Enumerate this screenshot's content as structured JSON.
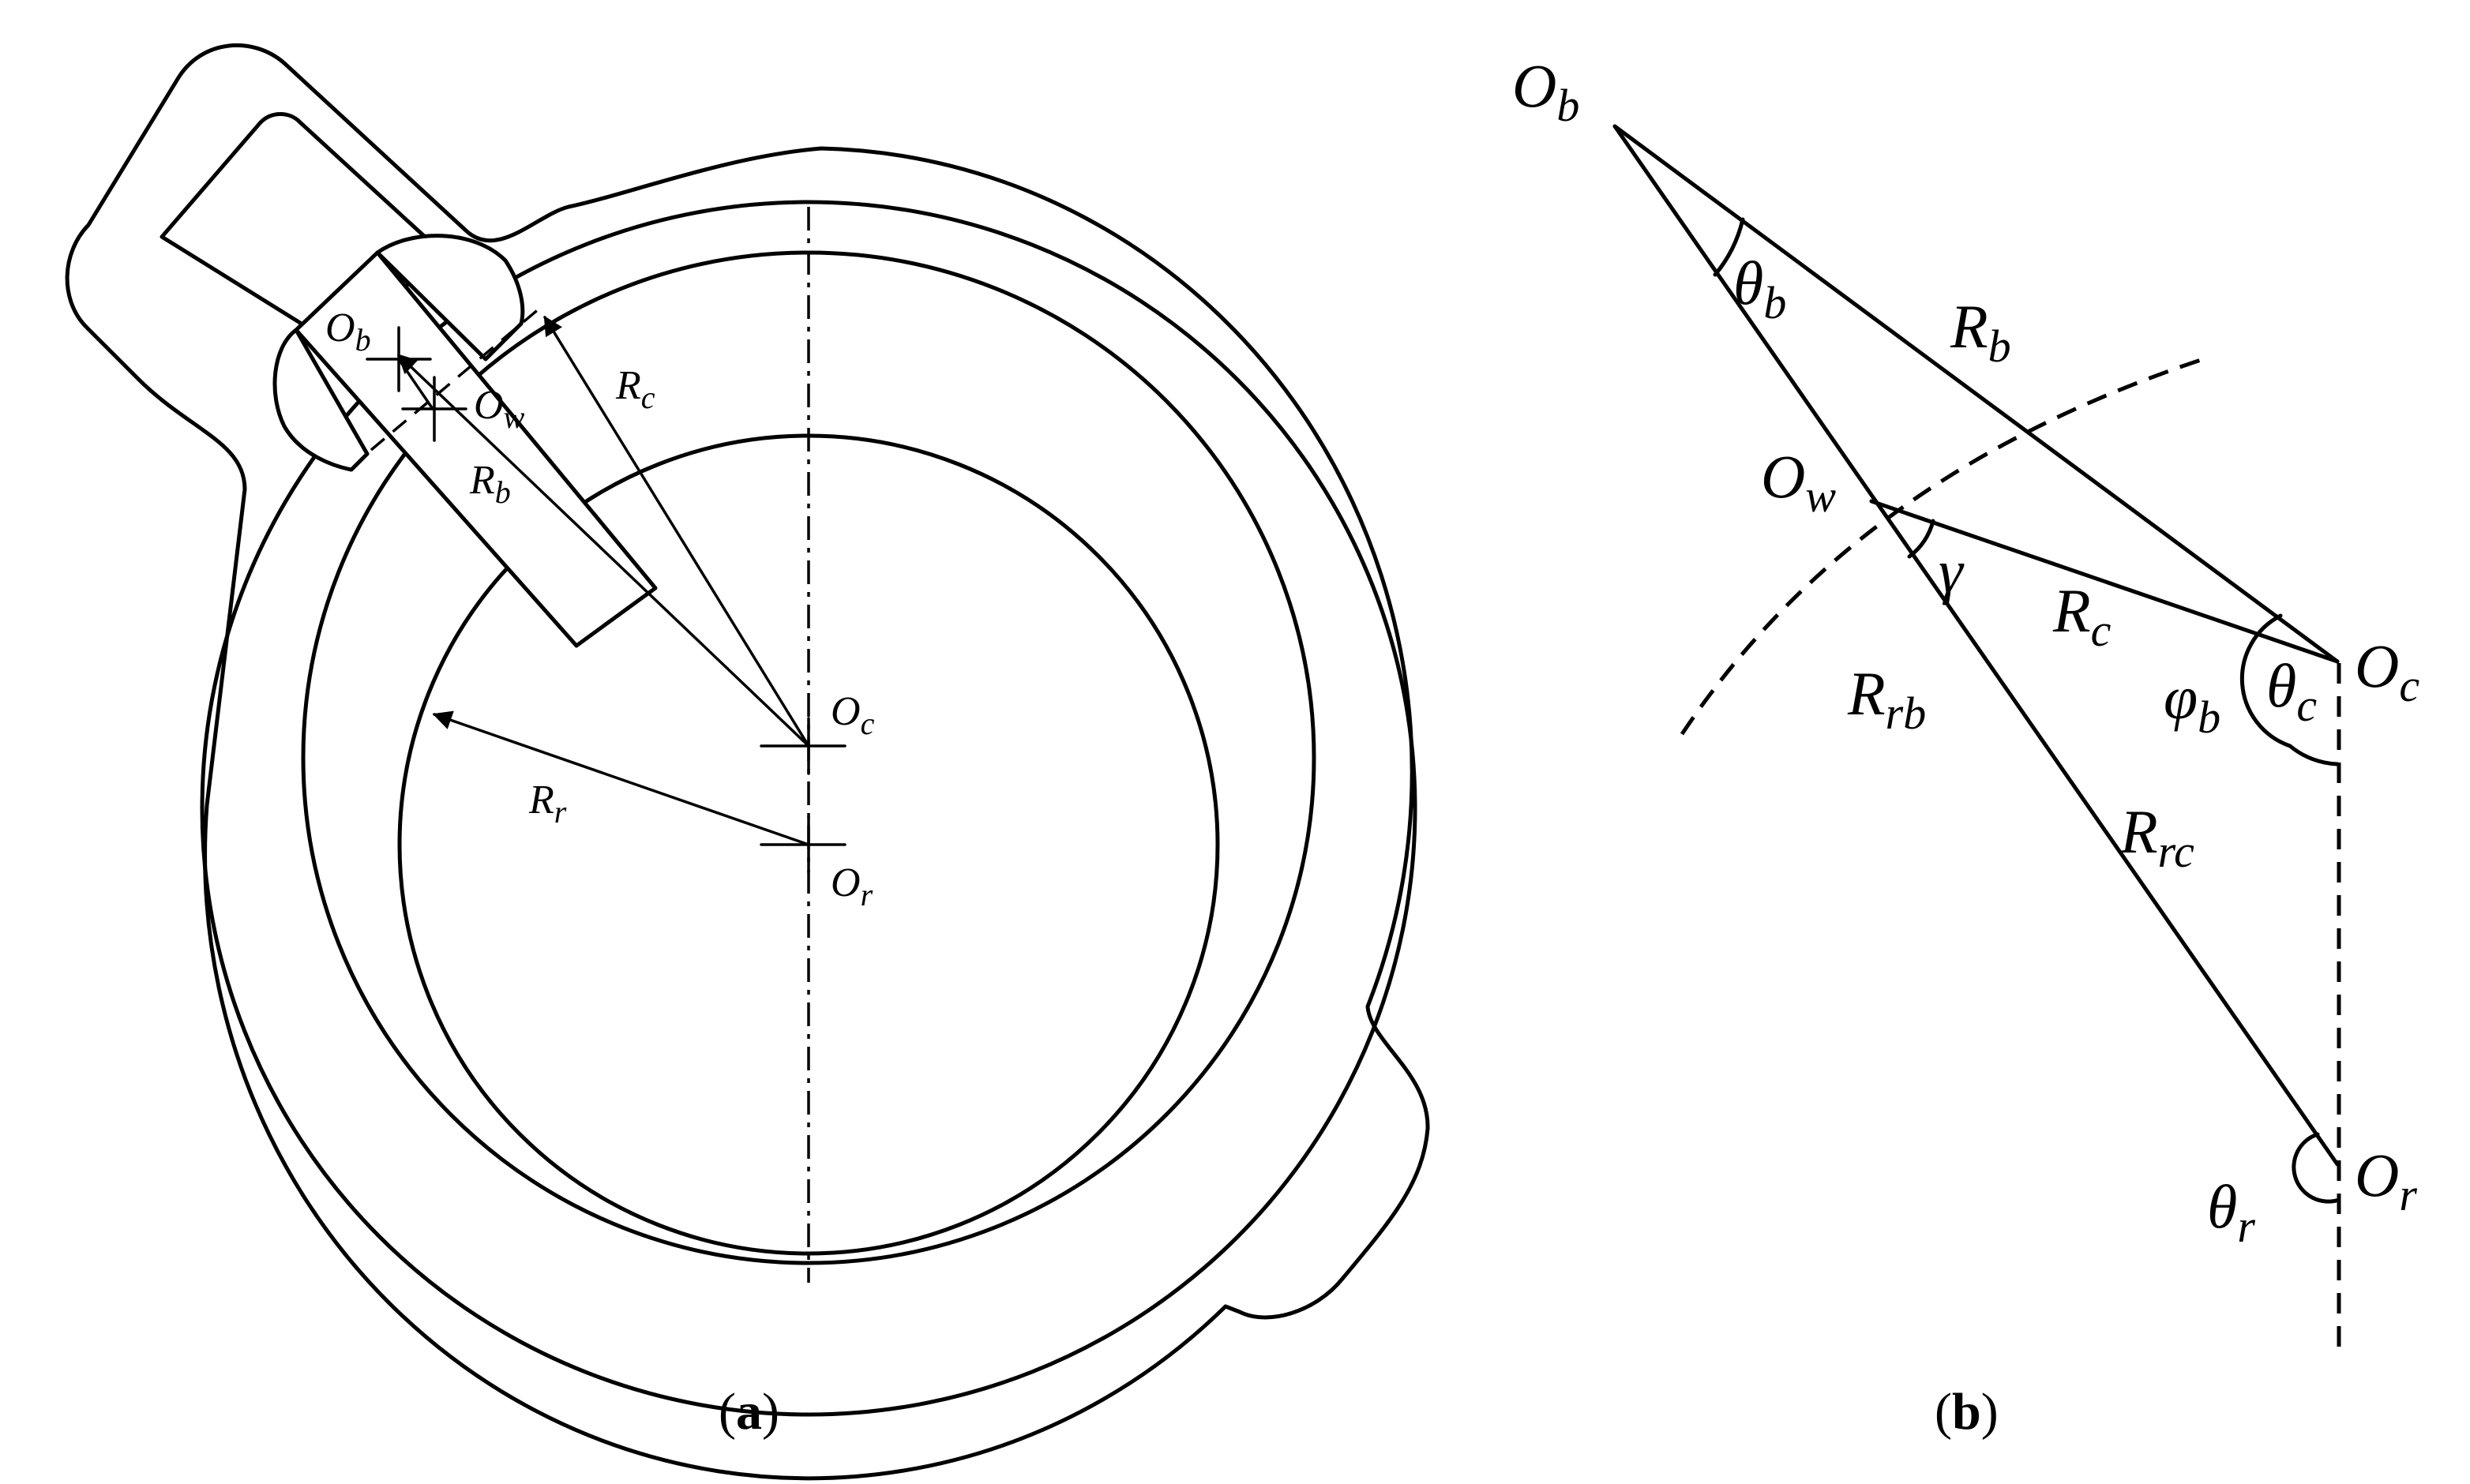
{
  "panel_a": {
    "labels": {
      "Ob": {
        "main": "O",
        "sub": "b"
      },
      "Ow": {
        "main": "O",
        "sub": "w"
      },
      "Rc": {
        "main": "R",
        "sub": "c"
      },
      "Rb": {
        "main": "R",
        "sub": "b"
      },
      "Oc": {
        "main": "O",
        "sub": "c"
      },
      "Rr": {
        "main": "R",
        "sub": "r"
      },
      "Or": {
        "main": "O",
        "sub": "r"
      }
    },
    "caption": {
      "open": "(",
      "letter": "a",
      "close": ")"
    }
  },
  "panel_b": {
    "labels": {
      "Ob": {
        "main": "O",
        "sub": "b"
      },
      "theta_b": {
        "main": "θ",
        "sub": "b"
      },
      "Rb": {
        "main": "R",
        "sub": "b"
      },
      "Ow": {
        "main": "O",
        "sub": "w"
      },
      "gamma": {
        "main": "γ"
      },
      "Rc": {
        "main": "R",
        "sub": "c"
      },
      "Rrb": {
        "main": "R",
        "sub": "rb"
      },
      "phi_b": {
        "main": "φ",
        "sub": "b"
      },
      "theta_c": {
        "main": "θ",
        "sub": "c"
      },
      "Oc": {
        "main": "O",
        "sub": "c"
      },
      "Rrc": {
        "main": "R",
        "sub": "rc"
      },
      "theta_r": {
        "main": "θ",
        "sub": "r"
      },
      "Or": {
        "main": "O",
        "sub": "r"
      }
    },
    "caption": {
      "open": "(",
      "letter": "b",
      "close": ")"
    }
  }
}
